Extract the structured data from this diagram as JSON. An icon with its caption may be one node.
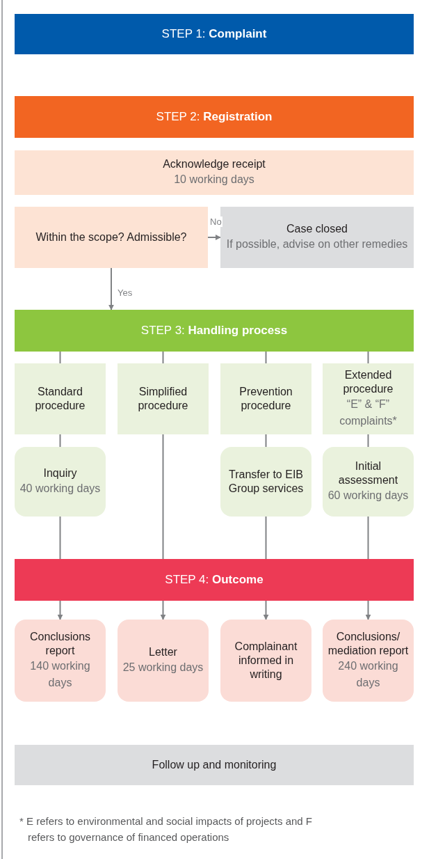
{
  "diagram": {
    "nodes": [
      {
        "text": [
          "STEP 1: **Complaint**"
        ]
      },
      {
        "text": [
          "STEP 2: **Registration**"
        ]
      },
      {
        "text": [
          "Acknowledge receipt",
          "10 working days"
        ]
      },
      {
        "text": [
          "Within the scope? Admissible?"
        ]
      },
      {
        "text": [
          "Case closed",
          "If possible, advise on other remedies"
        ]
      },
      {
        "text": [
          "STEP 3: **Handling process**"
        ]
      },
      {
        "text": [
          "Standard procedure"
        ]
      },
      {
        "text": [
          "Simplified procedure"
        ]
      },
      {
        "text": [
          "Prevention procedure"
        ]
      },
      {
        "text": [
          "Extended procedure",
          "“E” & “F” complaints*"
        ]
      },
      {
        "text": [
          "Inquiry",
          "40 working days"
        ]
      },
      {
        "text": [
          "Transfer to EIB Group services"
        ]
      },
      {
        "text": [
          "Initial assessment",
          "60 working days"
        ]
      },
      {
        "text": [
          "STEP 4: **Outcome**"
        ]
      },
      {
        "text": [
          "Conclusions report",
          "140 working days"
        ]
      },
      {
        "text": [
          "Letter",
          "25 working days"
        ]
      },
      {
        "text": [
          "Complainant informed in writing"
        ]
      },
      {
        "text": [
          "Conclusions/ mediation report",
          "240 working days"
        ]
      },
      {
        "text": [
          "Follow up and monitoring"
        ]
      }
    ],
    "edges": [
      {
        "from": 3,
        "to": 4,
        "arrow": "to",
        "label": "No"
      },
      {
        "from": 3,
        "to": 5,
        "arrow": "to",
        "label": "Yes"
      },
      {
        "from": 5,
        "to": 6,
        "arrow": "none"
      },
      {
        "from": 5,
        "to": 7,
        "arrow": "none"
      },
      {
        "from": 5,
        "to": 8,
        "arrow": "none"
      },
      {
        "from": 5,
        "to": 9,
        "arrow": "none"
      },
      {
        "from": 6,
        "to": 10,
        "arrow": "none"
      },
      {
        "from": 8,
        "to": 11,
        "arrow": "none"
      },
      {
        "from": 9,
        "to": 12,
        "arrow": "none"
      },
      {
        "from": 10,
        "to": 13,
        "arrow": "none"
      },
      {
        "from": 7,
        "to": 13,
        "arrow": "none"
      },
      {
        "from": 11,
        "to": 13,
        "arrow": "none"
      },
      {
        "from": 12,
        "to": 13,
        "arrow": "none"
      },
      {
        "from": 13,
        "to": 14,
        "arrow": "to"
      },
      {
        "from": 13,
        "to": 15,
        "arrow": "to"
      },
      {
        "from": 13,
        "to": 16,
        "arrow": "to"
      },
      {
        "from": 13,
        "to": 17,
        "arrow": "to"
      }
    ],
    "labels": [
      "* E refers to environmental and social impacts of projects and F refers to governance of financed operations"
    ]
  }
}
